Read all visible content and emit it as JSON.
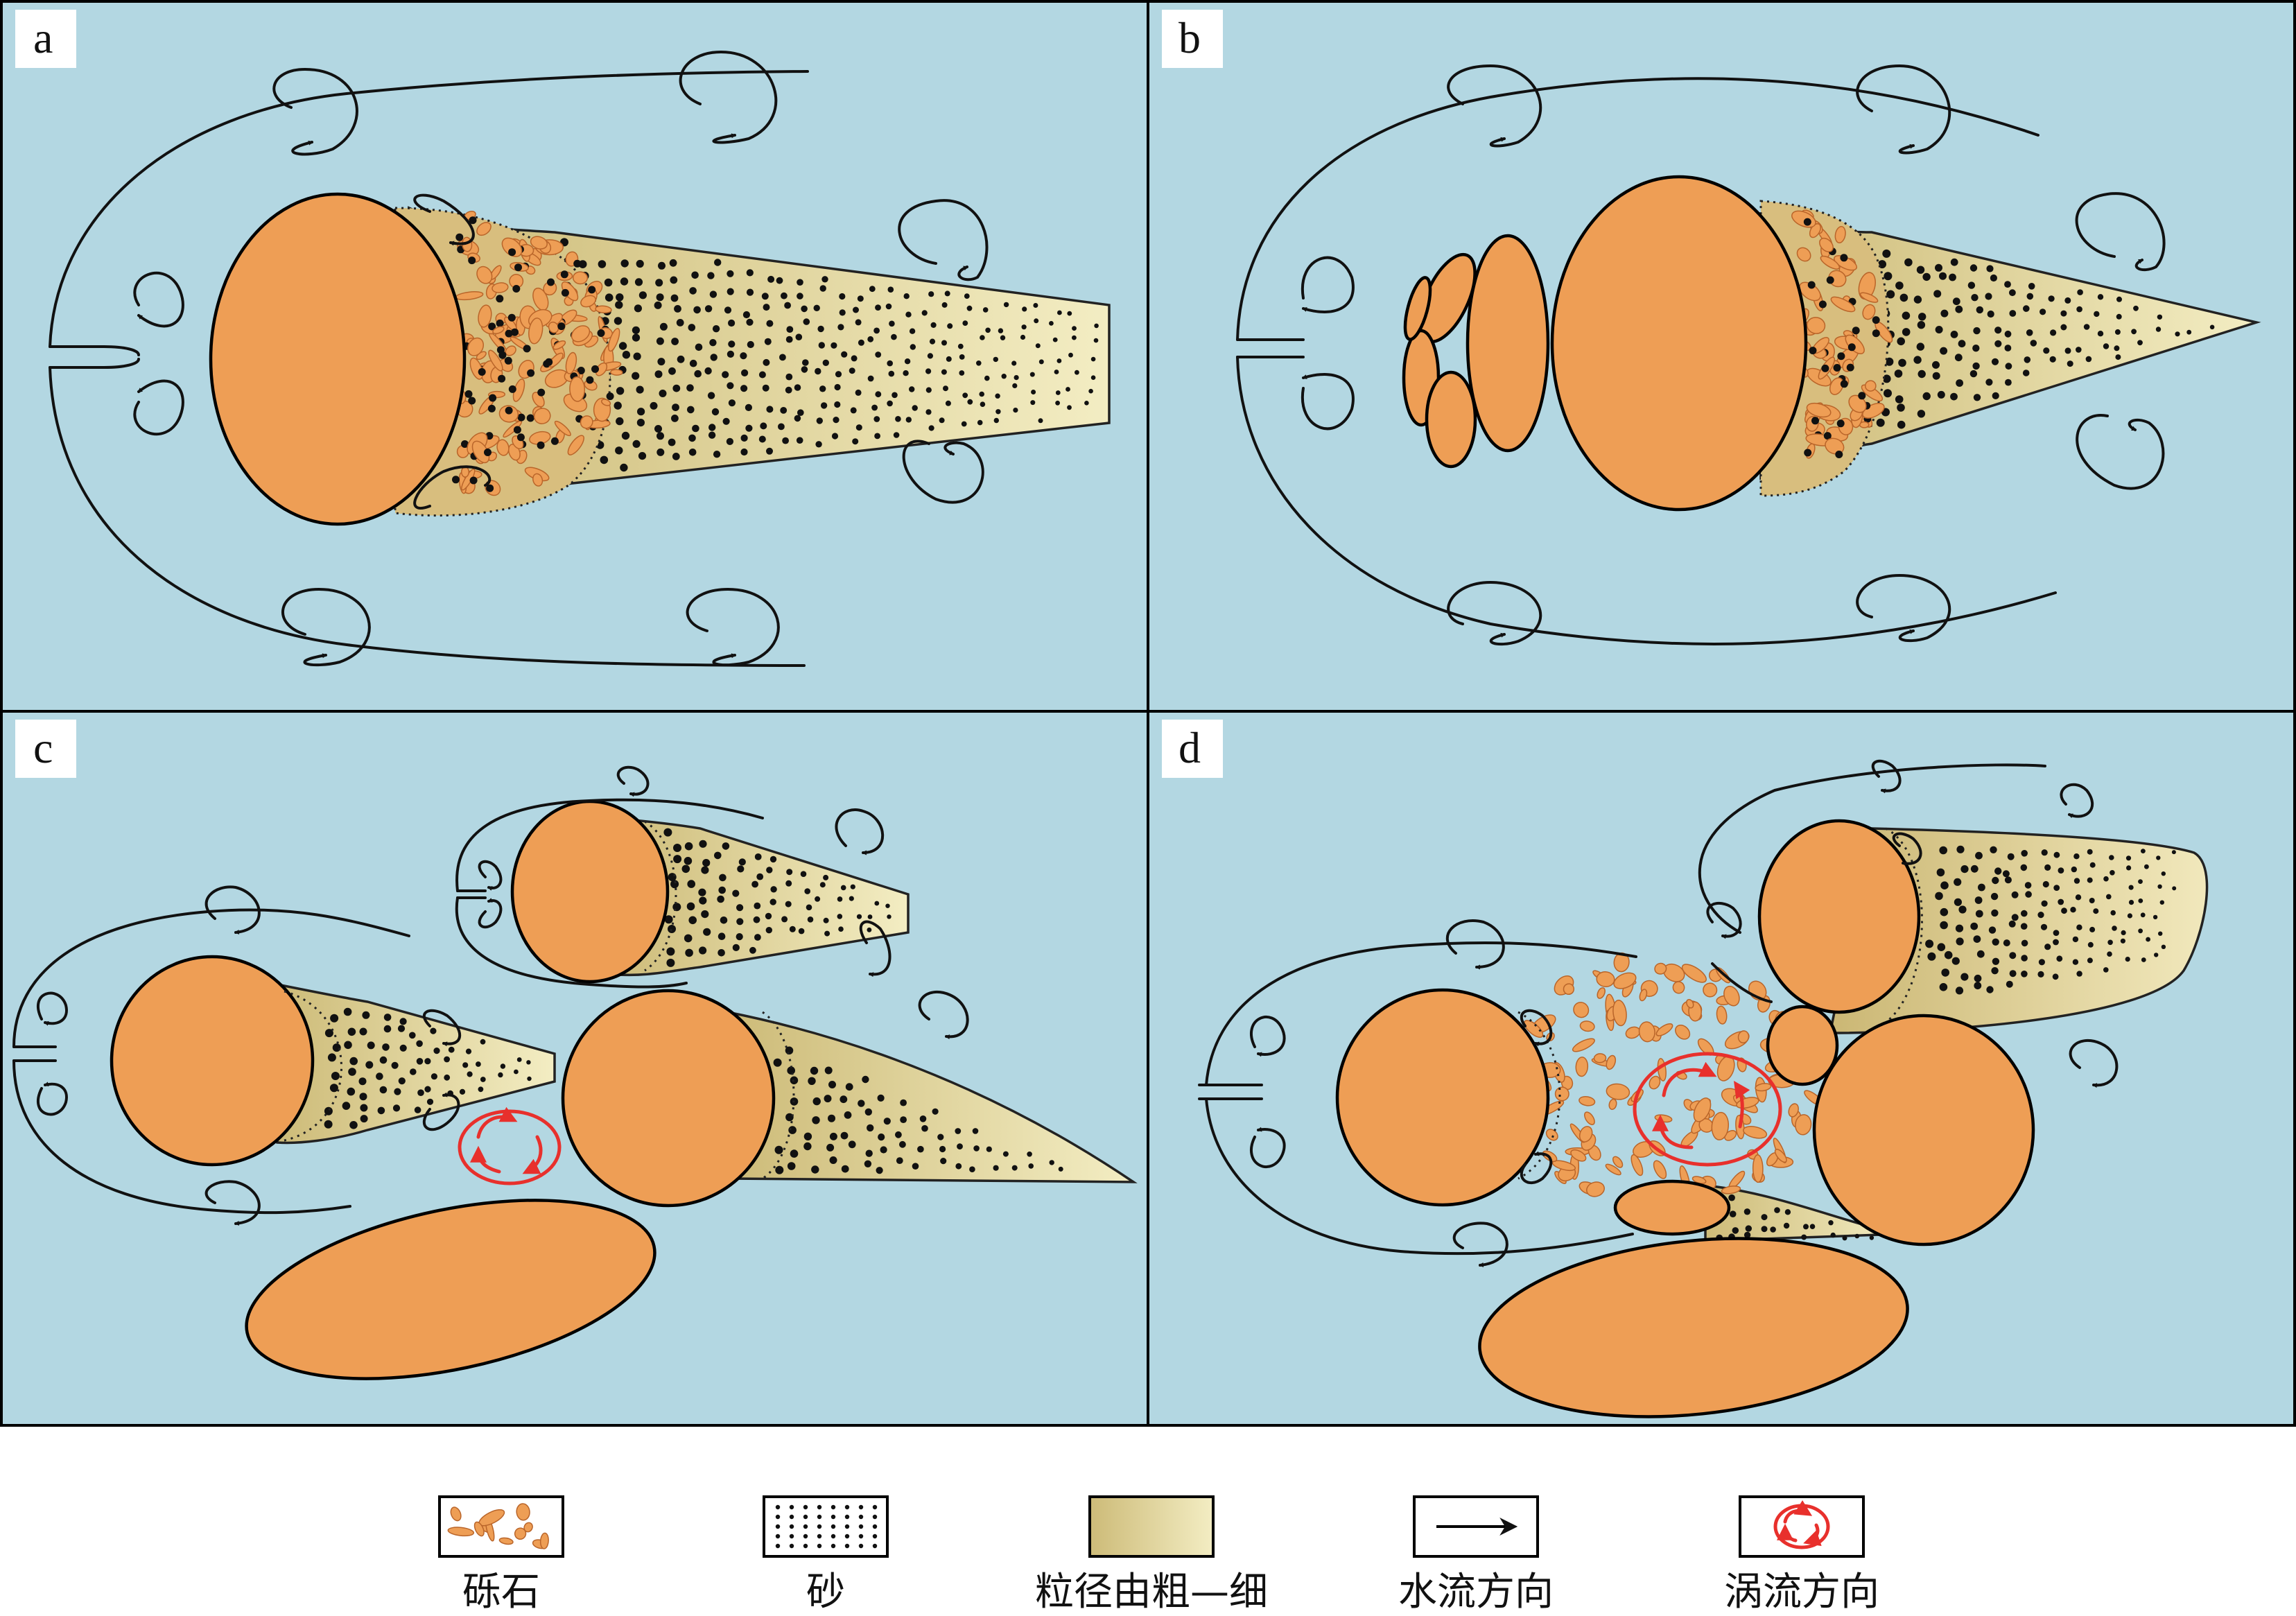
{
  "panels": [
    {
      "id": "a",
      "label": "a"
    },
    {
      "id": "b",
      "label": "b"
    },
    {
      "id": "c",
      "label": "c"
    },
    {
      "id": "d",
      "label": "d"
    }
  ],
  "legend": [
    {
      "key": "gravel",
      "label": "砾石"
    },
    {
      "key": "sand",
      "label": "砂"
    },
    {
      "key": "grain-size",
      "label": "粒径由粗—细"
    },
    {
      "key": "flow-direction",
      "label": "水流方向"
    },
    {
      "key": "eddy-direction",
      "label": "涡流方向"
    }
  ],
  "colors": {
    "water": "#B3D7E2",
    "boulder": "#EE9E55",
    "sand_coarse": "#CDBB78",
    "sand_fine": "#F3EDC3",
    "flow_line": "#111111",
    "eddy": "#E8302C"
  }
}
